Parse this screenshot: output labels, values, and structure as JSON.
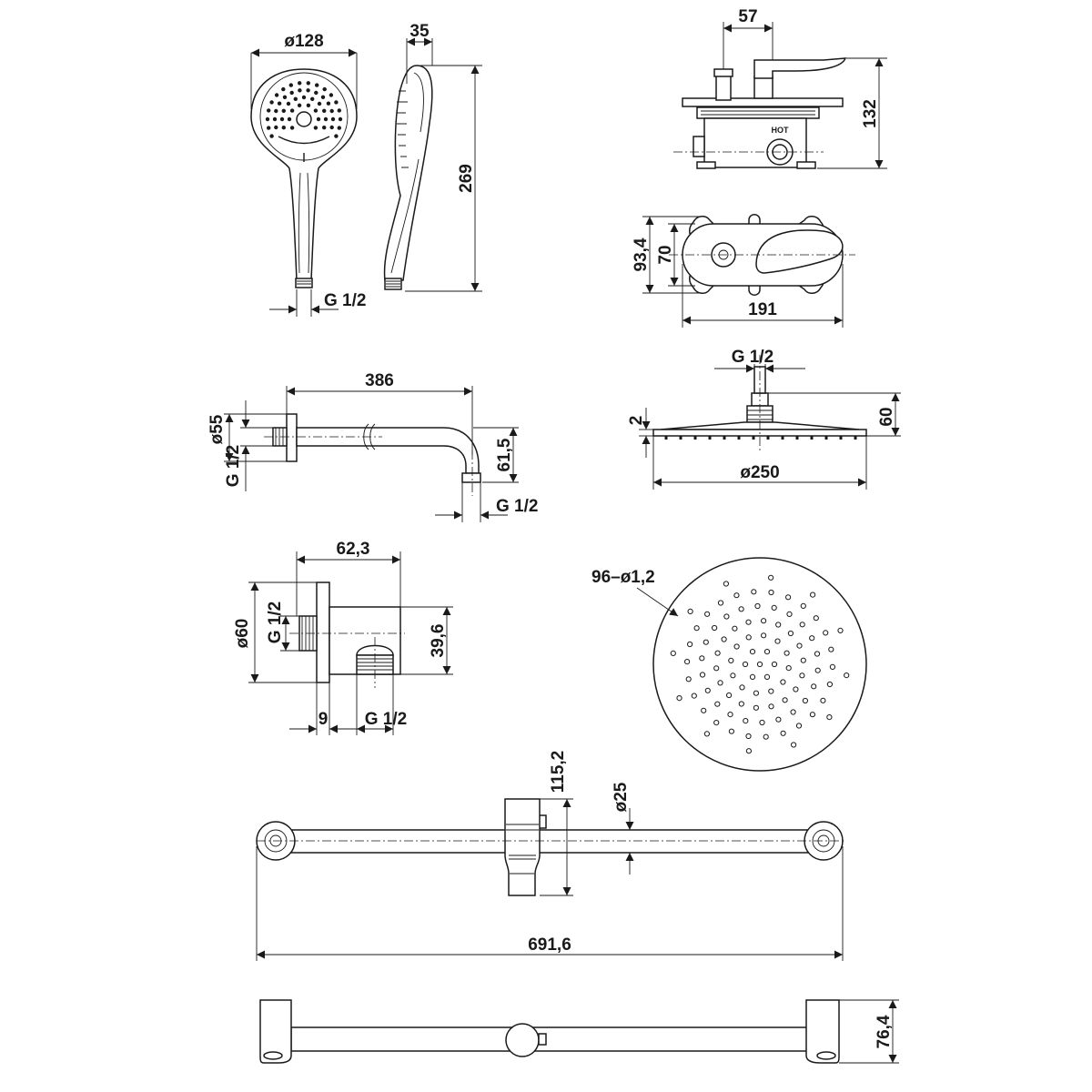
{
  "labels": {
    "hand_diameter": "ø128",
    "hand_depth": "35",
    "hand_height": "269",
    "hand_thread": "G 1/2",
    "mixer_handle_offset": "57",
    "mixer_depth": "132",
    "mixer_hot": "HOT",
    "plate_outer_height": "93,4",
    "plate_inner_height": "70",
    "plate_width": "191",
    "arm_length": "386",
    "arm_flange": "ø55",
    "arm_thread_wall": "G 1/2",
    "arm_drop": "61,5",
    "arm_thread_out": "G 1/2",
    "head_thread": "G 1/2",
    "head_height": "60",
    "head_plate": "2",
    "head_diameter": "ø250",
    "elbow_length": "62,3",
    "elbow_flange": "ø60",
    "elbow_thread_in": "G 1/2",
    "elbow_height": "39,6",
    "elbow_offset": "9",
    "elbow_thread_out": "G 1/2",
    "nozzles": "96–ø1,2",
    "rail_slider_height": "115,2",
    "rail_diameter": "ø25",
    "rail_length": "691,6",
    "rail_depth": "76,4"
  }
}
